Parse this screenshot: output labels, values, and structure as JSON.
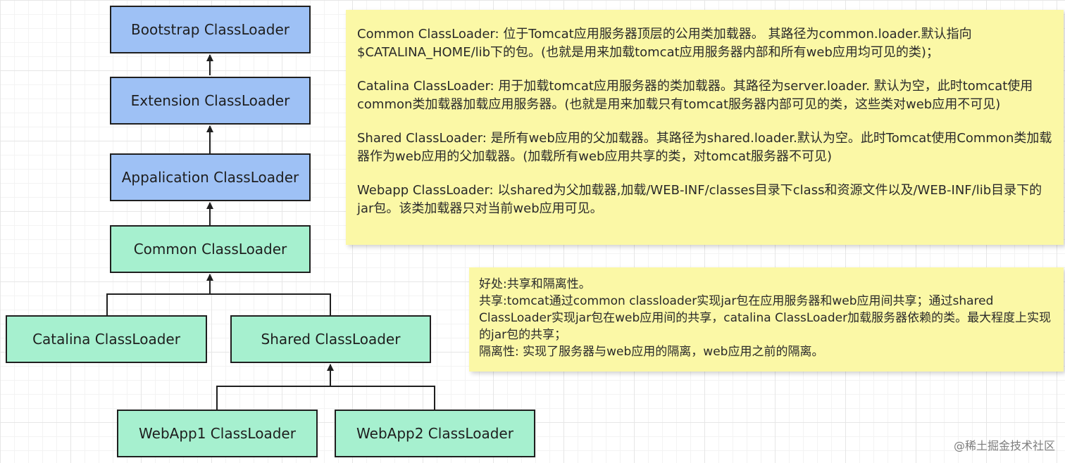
{
  "nodes": {
    "bootstrap": "Bootstrap ClassLoader",
    "extension": "Extension ClassLoader",
    "application": "Appalication ClassLoader",
    "common": "Common ClassLoader",
    "catalina": "Catalina ClassLoader",
    "shared": "Shared ClassLoader",
    "webapp1": "WebApp1 ClassLoader",
    "webapp2": "WebApp2 ClassLoader"
  },
  "colors": {
    "jvm_loader_fill": "#9ec1f5",
    "tomcat_loader_fill": "#a6f0cf",
    "note_fill": "#fbf8a6",
    "line": "#1f1f1f"
  },
  "note1": {
    "common": "Common ClassLoader: 位于Tomcat应用服务器顶层的公用类加载器。 其路径为common.loader.默认指向$CATALINA_HOME/lib下的包。(也就是用来加载tomcat应用服务器内部和所有web应用均可见的类)；",
    "catalina": "Catalina ClassLoader: 用于加载tomcat应用服务器的类加载器。其路径为server.loader. 默认为空，此时tomcat使用common类加载器加载应用服务器。(也就是用来加载只有tomcat服务器内部可见的类，这些类对web应用不可见)",
    "shared": "Shared ClassLoader: 是所有web应用的父加载器。其路径为shared.loader.默认为空。此时Tomcat使用Common类加载器作为web应用的父加载器。(加载所有web应用共享的类，对tomcat服务器不可见)",
    "webapp": "Webapp ClassLoader: 以shared为父加载器,加载/WEB-INF/classes目录下class和资源文件以及/WEB-INF/lib目录下的jar包。该类加载器只对当前web应用可见。"
  },
  "note2": {
    "heading": "好处:共享和隔离性。",
    "sharing": "共享:tomcat通过common classloader实现jar包在应用服务器和web应用间共享；通过shared ClassLoader实现jar包在web应用间的共享，catalina ClassLoader加载服务器依赖的类。最大程度上实现的jar包的共享；",
    "isolation": "隔离性:  实现了服务器与web应用的隔离，web应用之前的隔离。"
  },
  "watermark": "@稀土掘金技术社区"
}
